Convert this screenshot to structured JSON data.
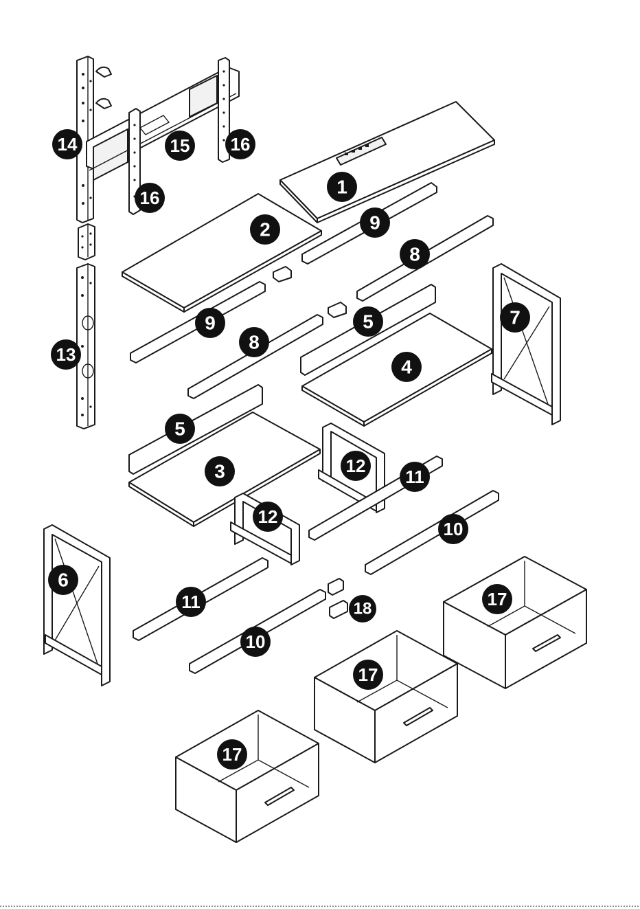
{
  "diagram": {
    "parts": [
      {
        "id": "part-1",
        "label": "1"
      },
      {
        "id": "part-2",
        "label": "2"
      },
      {
        "id": "part-3",
        "label": "3"
      },
      {
        "id": "part-4",
        "label": "4"
      },
      {
        "id": "part-5a",
        "label": "5"
      },
      {
        "id": "part-5b",
        "label": "5"
      },
      {
        "id": "part-6",
        "label": "6"
      },
      {
        "id": "part-7",
        "label": "7"
      },
      {
        "id": "part-8a",
        "label": "8"
      },
      {
        "id": "part-8b",
        "label": "8"
      },
      {
        "id": "part-9a",
        "label": "9"
      },
      {
        "id": "part-9b",
        "label": "9"
      },
      {
        "id": "part-10a",
        "label": "10"
      },
      {
        "id": "part-10b",
        "label": "10"
      },
      {
        "id": "part-11a",
        "label": "11"
      },
      {
        "id": "part-11b",
        "label": "11"
      },
      {
        "id": "part-12a",
        "label": "12"
      },
      {
        "id": "part-12b",
        "label": "12"
      },
      {
        "id": "part-13",
        "label": "13"
      },
      {
        "id": "part-14",
        "label": "14"
      },
      {
        "id": "part-15",
        "label": "15"
      },
      {
        "id": "part-16a",
        "label": "16"
      },
      {
        "id": "part-16b",
        "label": "16"
      },
      {
        "id": "part-17a",
        "label": "17"
      },
      {
        "id": "part-17b",
        "label": "17"
      },
      {
        "id": "part-17c",
        "label": "17"
      },
      {
        "id": "part-18",
        "label": "18"
      }
    ]
  }
}
